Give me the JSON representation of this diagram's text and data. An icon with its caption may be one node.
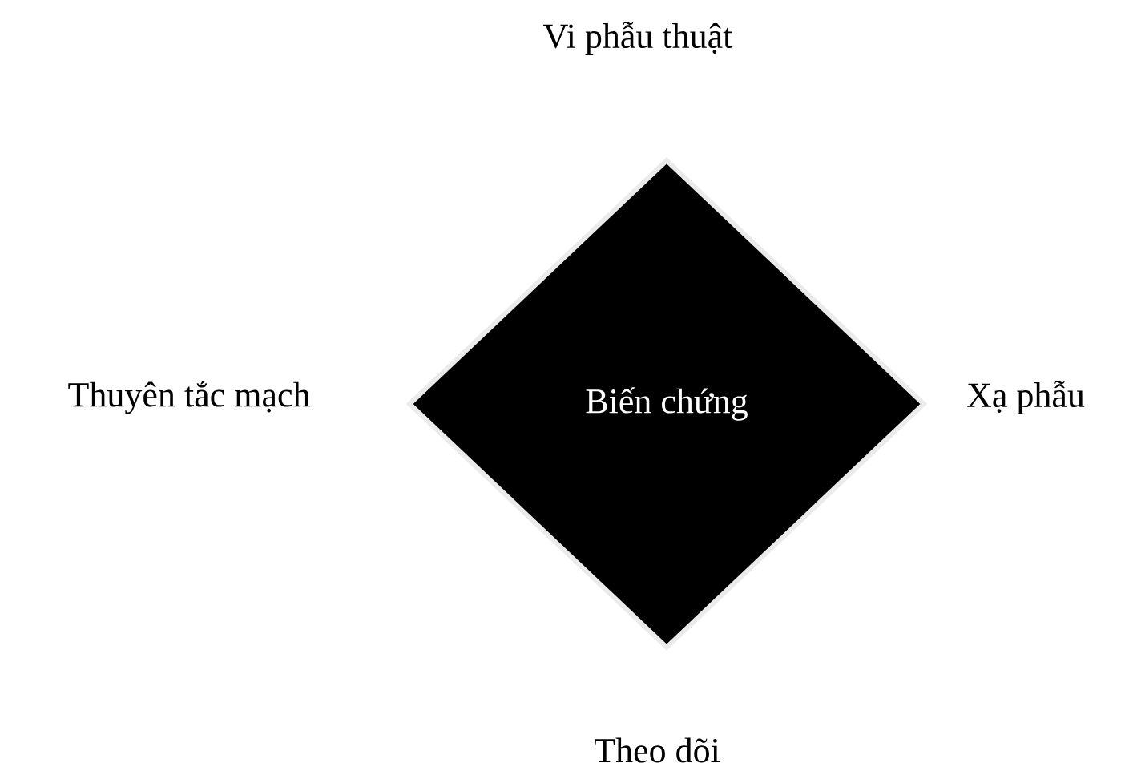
{
  "diagram": {
    "nodes": [
      {
        "text": [
          "Biến chứng"
        ]
      }
    ],
    "labels": [
      "Vi phẫu thuật",
      "Thuyên tắc mạch",
      "Xạ phẫu",
      "Theo dõi"
    ]
  }
}
